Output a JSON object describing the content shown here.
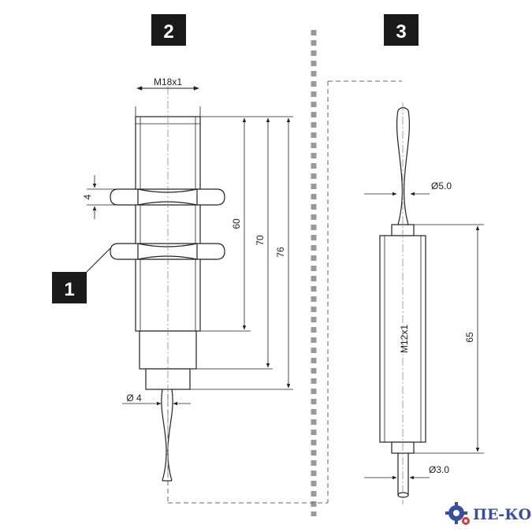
{
  "badges": {
    "left": "2",
    "right": "3",
    "callout": "1"
  },
  "left_sensor": {
    "thread_label": "M18x1",
    "nut_thickness": "4",
    "dim_60": "60",
    "dim_70": "70",
    "dim_76": "76",
    "cable_diameter": "Ø 4"
  },
  "right_sensor": {
    "thread_label": "M12x1",
    "cable_top_diameter": "Ø5.0",
    "body_length": "65",
    "cable_bottom_diameter": "Ø3.0"
  },
  "logo": {
    "text": "ПЕ-КО"
  },
  "colors": {
    "ink": "#222222",
    "divider": "#999999",
    "badge_bg": "#1a1a1a",
    "logo_blue": "#3a4f9b",
    "logo_red": "#d23c3c"
  }
}
